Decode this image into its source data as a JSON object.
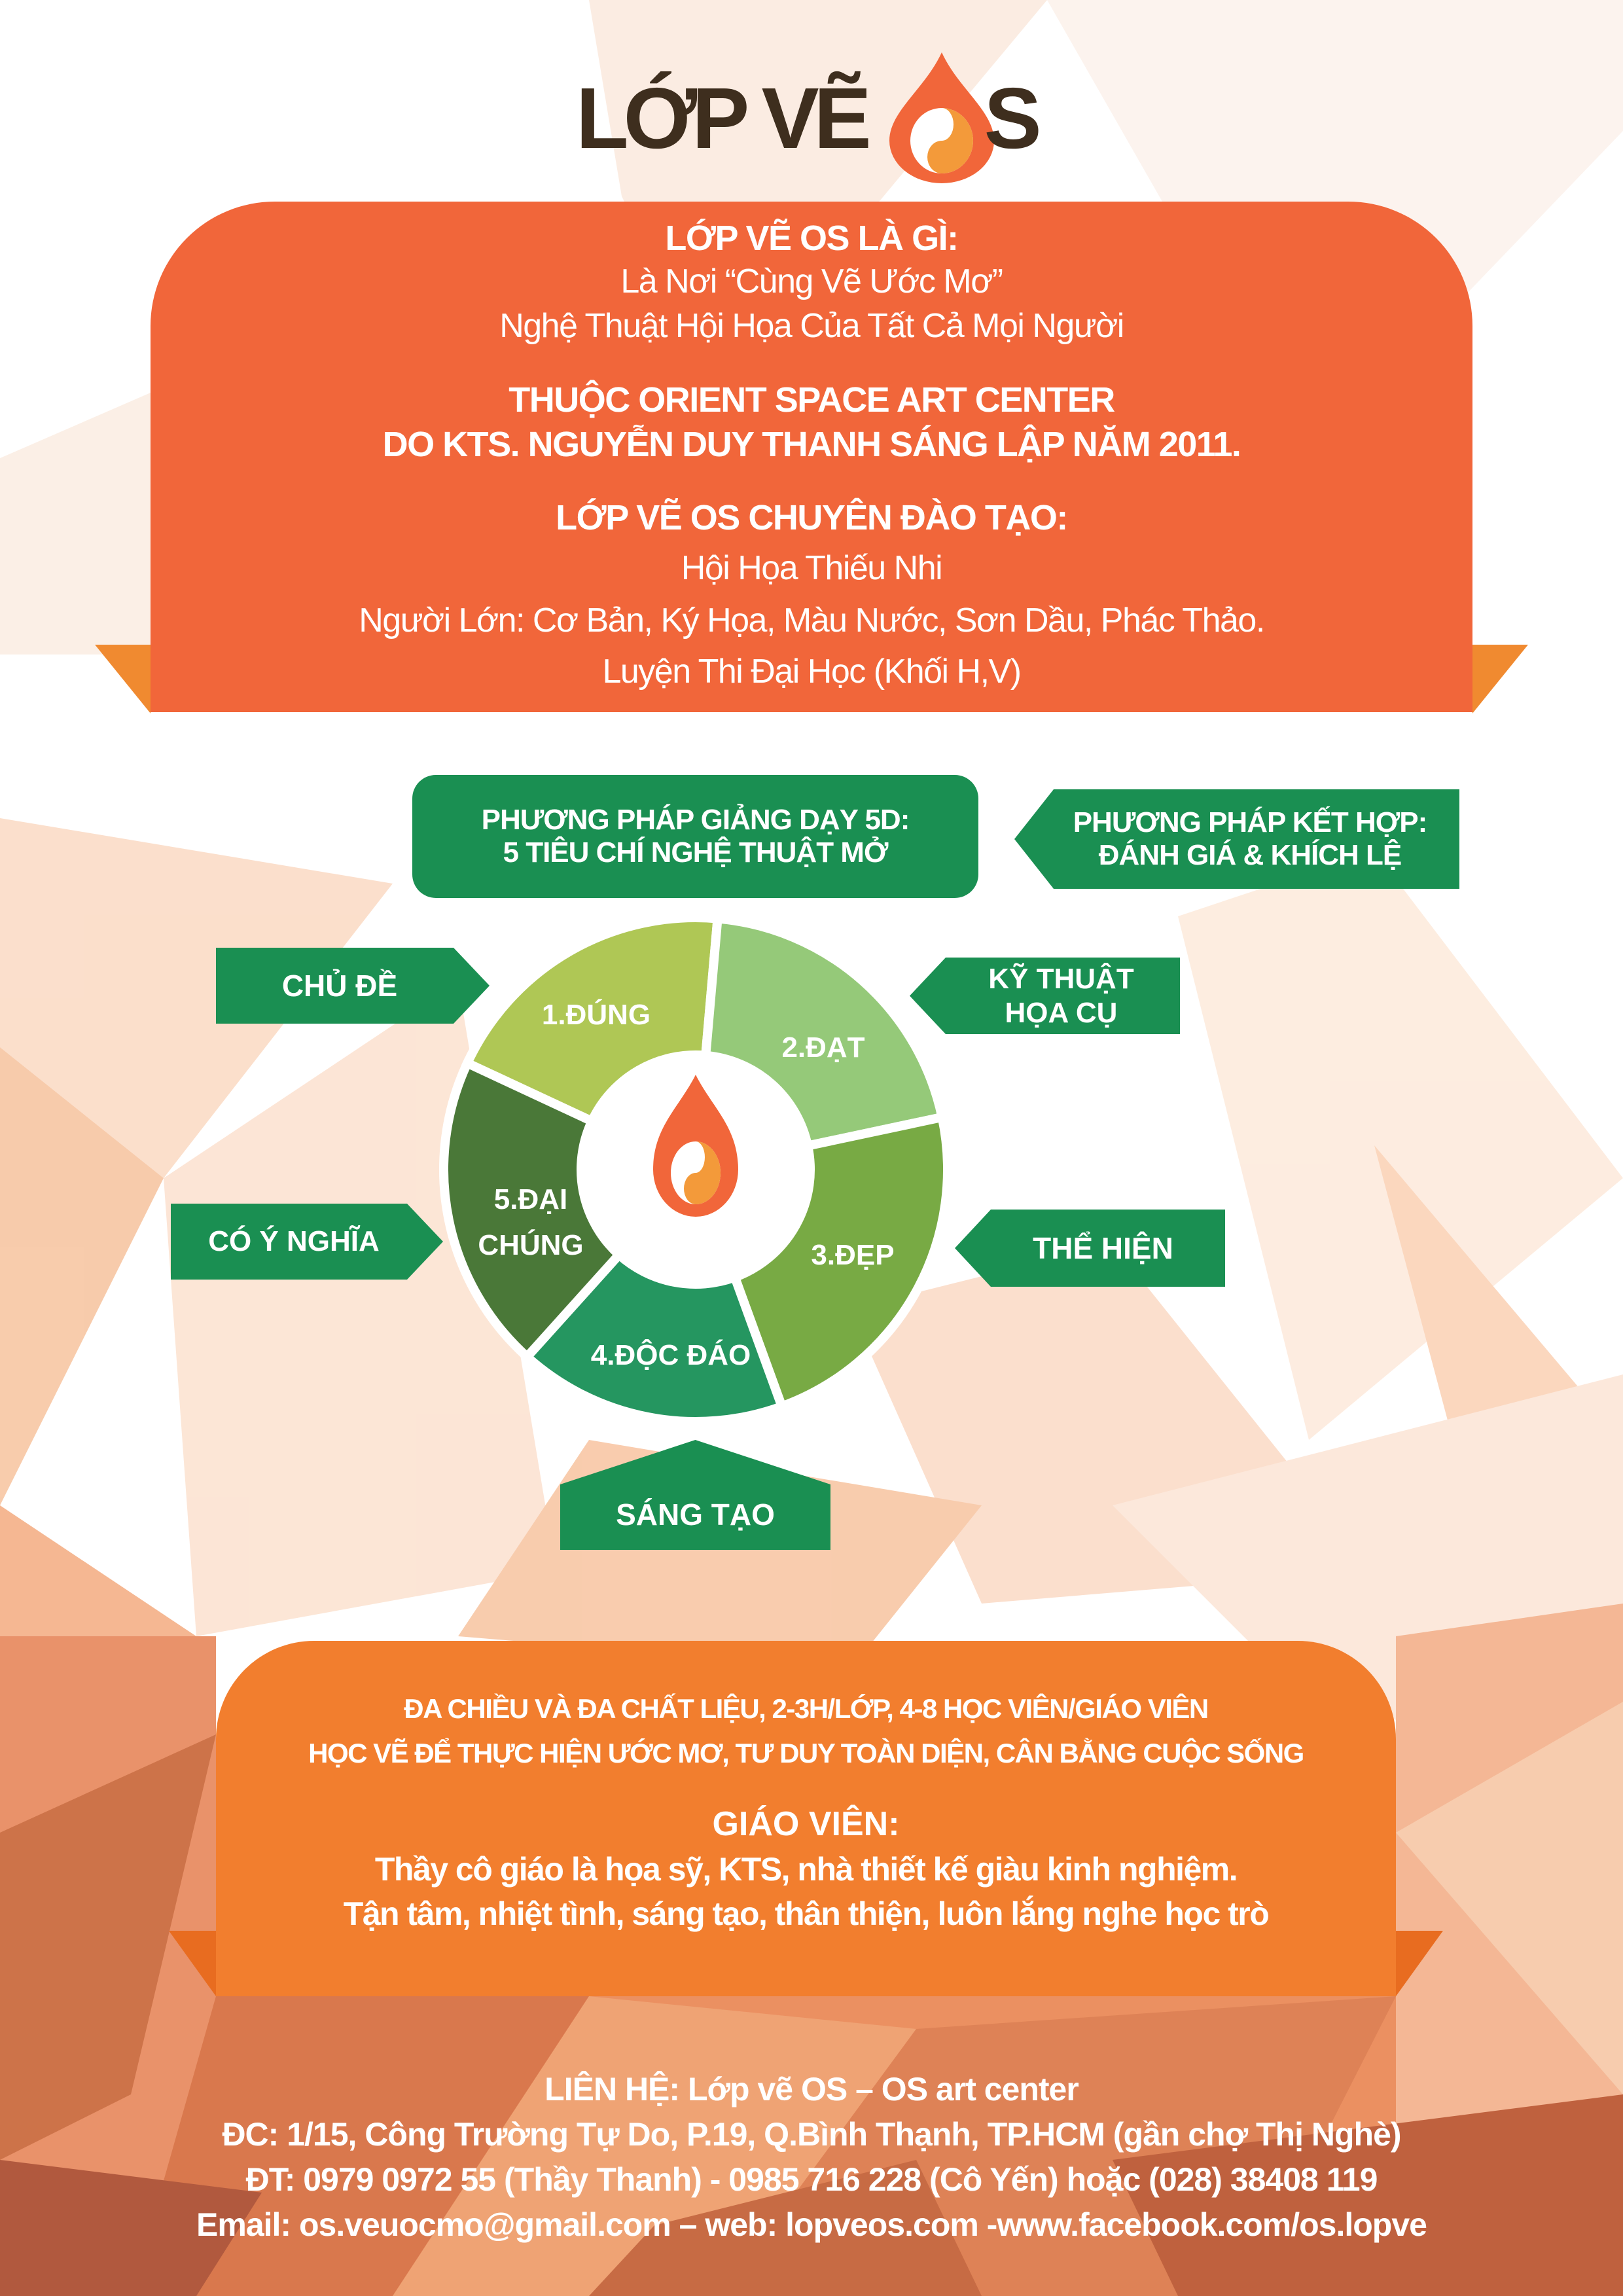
{
  "logo": {
    "text": "LỚP VẼ",
    "suffix": "S"
  },
  "intro": {
    "heading1": "LỚP VẼ OS LÀ GÌ:",
    "line1": "Là Nơi “Cùng Vẽ Ước Mơ”",
    "line2": "Nghệ Thuật Hội Họa Của Tất Cả Mọi Người",
    "heading2a": "THUỘC ORIENT SPACE ART CENTER",
    "heading2b": "DO KTS. NGUYỄN DUY THANH SÁNG LẬP NĂM 2011.",
    "heading3": "LỚP VẼ OS CHUYÊN ĐÀO TẠO:",
    "course1": "Hội Họa Thiếu Nhi",
    "course2": "Người Lớn: Cơ Bản, Ký Họa, Màu Nước, Sơn Dầu, Phác Thảo.",
    "course3": "Luyện Thi Đại Học (Khối H,V)"
  },
  "method": {
    "main_line1": "PHƯƠNG PHÁP GIẢNG DẠY 5D:",
    "main_line2": "5 TIÊU CHÍ NGHỆ THUẬT MỞ",
    "combined_line1": "PHƯƠNG PHÁP KẾT HỢP:",
    "combined_line2": "ĐÁNH GIÁ & KHÍCH LỆ"
  },
  "criteria": {
    "topic": "CHỦ ĐỀ",
    "technique_line1": "KỸ THUẬT",
    "technique_line2": "HỌA CỤ",
    "meaning": "CÓ Ý NGHĨA",
    "expression": "THỂ HIỆN",
    "creativity": "SÁNG TẠO"
  },
  "wheel": {
    "segments": [
      {
        "label": "1.ĐÚNG",
        "color": "#AFC755"
      },
      {
        "label": "2.ĐẠT",
        "color": "#95C979"
      },
      {
        "label": "3.ĐẸP",
        "color": "#78AA44"
      },
      {
        "label": "4.ĐỘC ĐÁO",
        "color": "#259660"
      },
      {
        "label_line1": "5.ĐẠI",
        "label_line2": "CHÚNG",
        "color": "#4A7838"
      }
    ]
  },
  "details": {
    "line1": "ĐA CHIỀU VÀ ĐA CHẤT LIỆU, 2-3H/LỚP, 4-8 HỌC VIÊN/GIÁO VIÊN",
    "line2": "HỌC VẼ ĐỂ THỰC HIỆN ƯỚC MƠ, TƯ DUY TOÀN DIỆN, CÂN BẰNG CUỘC SỐNG",
    "teacher_heading": "GIÁO VIÊN:",
    "teacher_line1": "Thầy cô giáo là họa sỹ, KTS, nhà thiết kế giàu kinh nghiệm.",
    "teacher_line2": "Tận tâm, nhiệt tình, sáng tạo, thân thiện, luôn lắng nghe học trò"
  },
  "contact": {
    "line1": "LIÊN HỆ: Lớp vẽ OS – OS art center",
    "address": "ĐC: 1/15, Công Trường Tự Do, P.19, Q.Bình Thạnh, TP.HCM (gần chợ Thị Nghè)",
    "phone": "ĐT:  0979 0972 55 (Thầy Thanh) - 0985 716 228 (Cô Yến) hoặc (028) 38408 119",
    "web": "Email: os.veuocmo@gmail.com – web: lopveos.com -www.facebook.com/os.lopve"
  },
  "colors": {
    "orange": "#F1663A",
    "orange2": "#F27E2E",
    "green": "#1A8F52",
    "brown": "#3E2E1E",
    "logo_light": "#F39A3A"
  }
}
